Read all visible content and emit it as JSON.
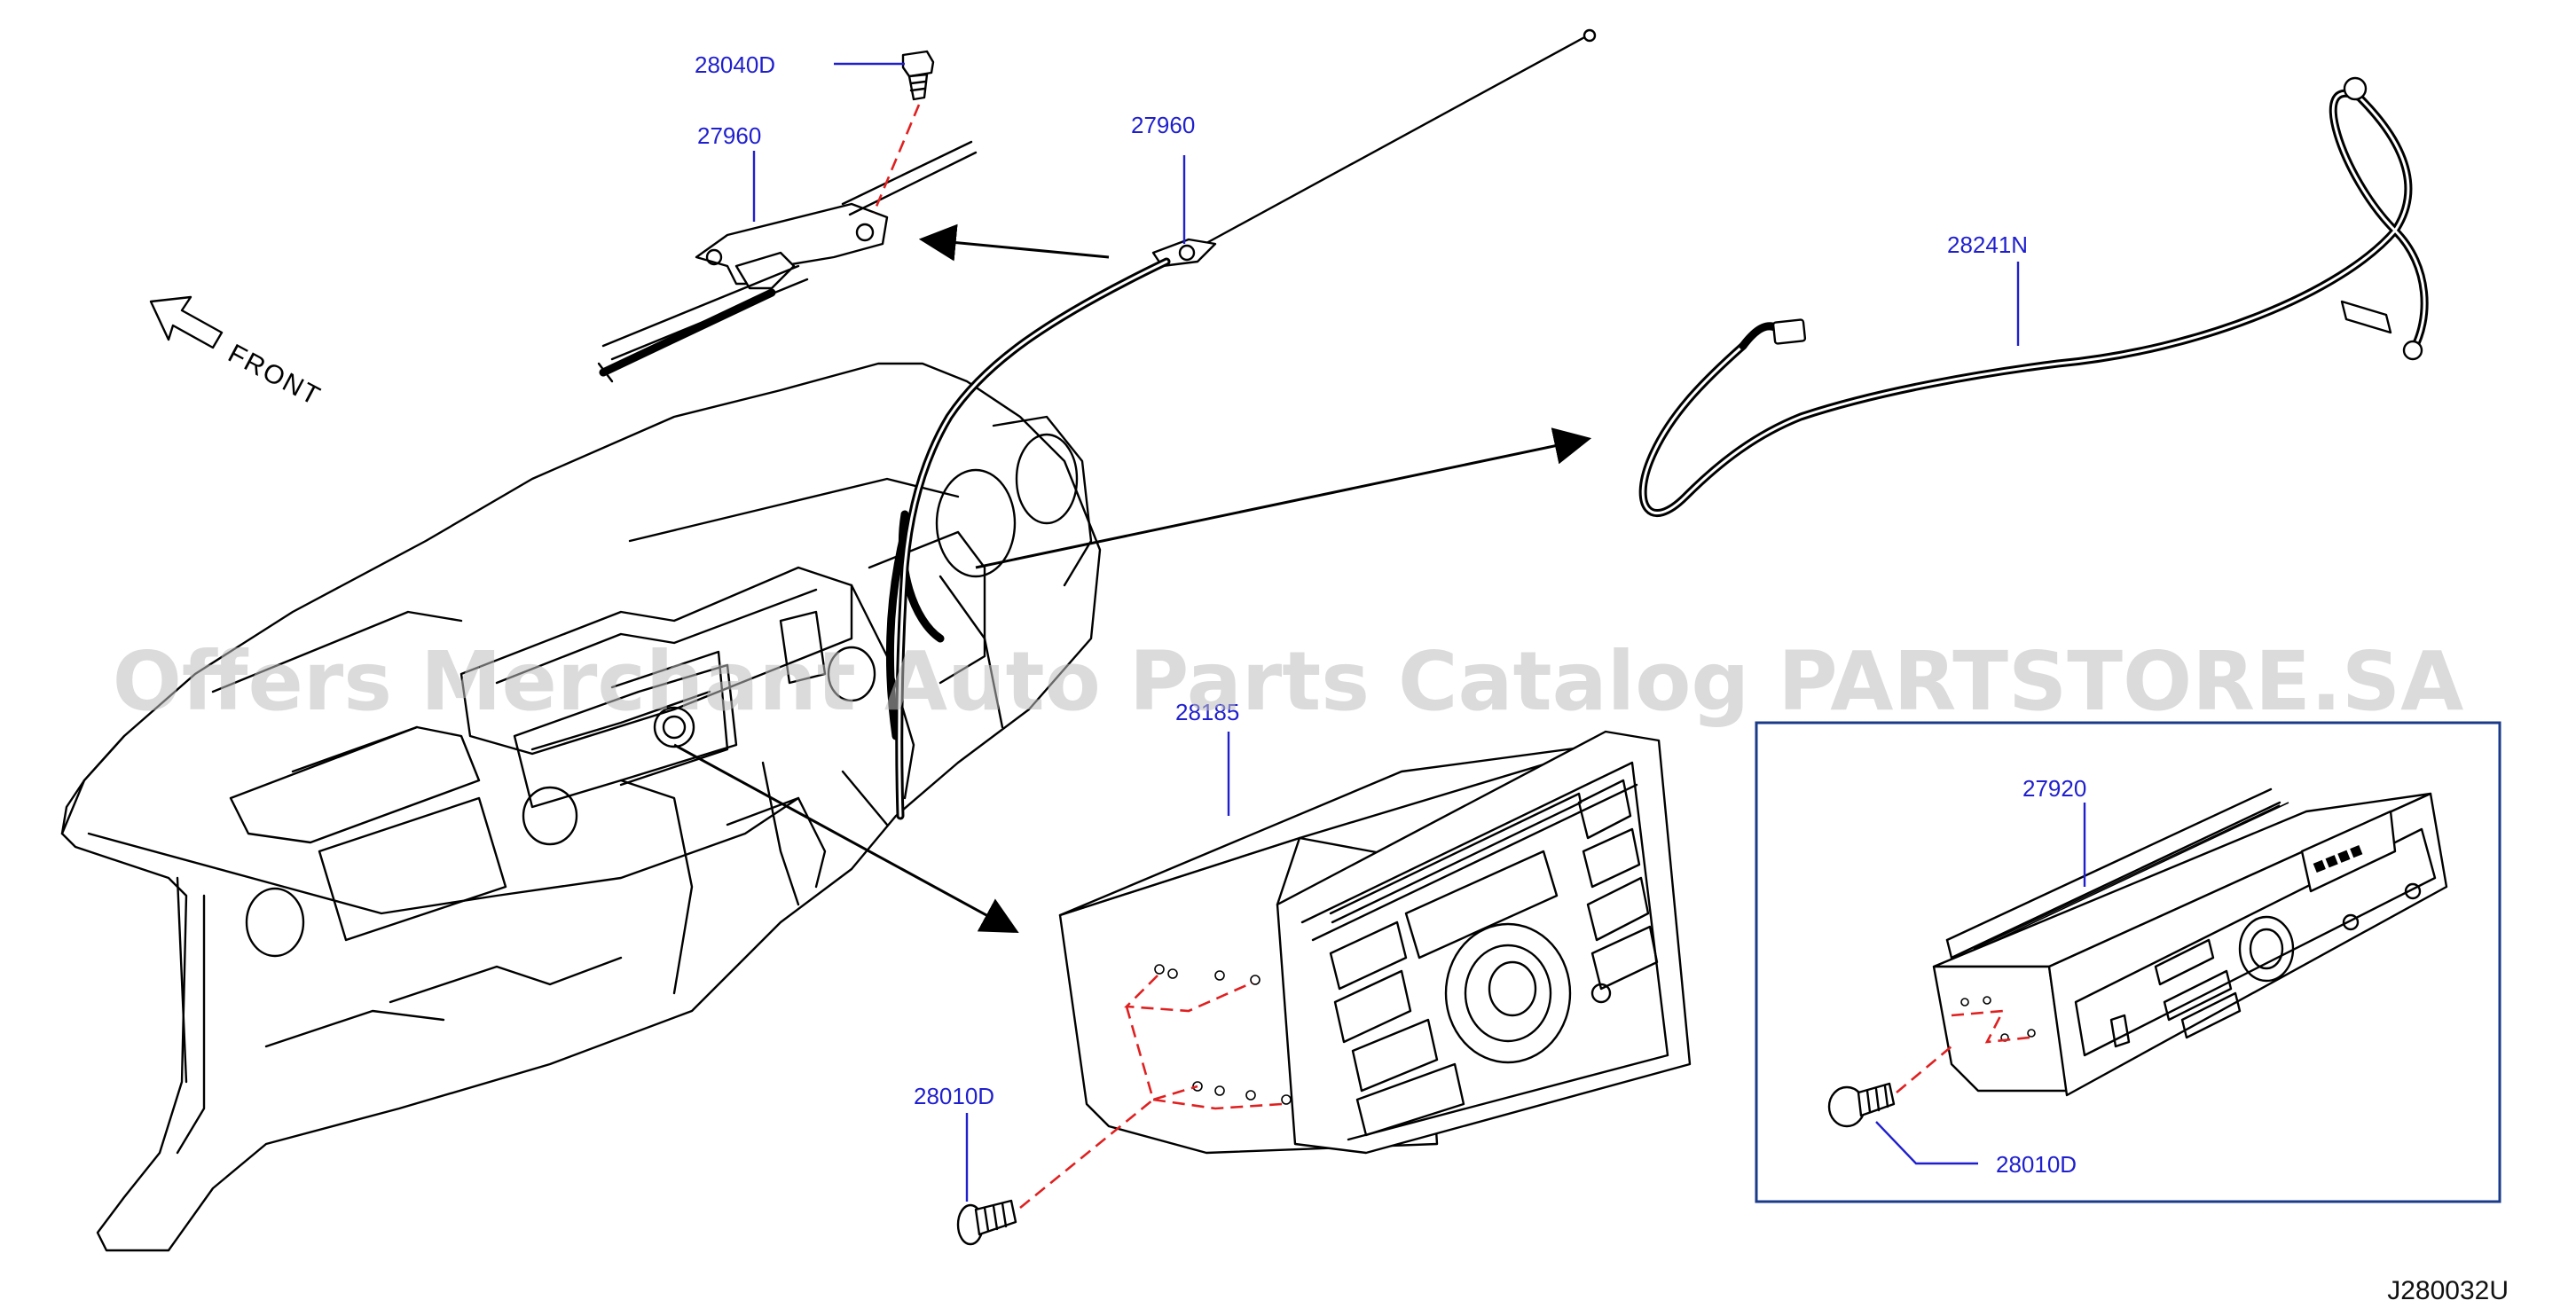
{
  "diagram": {
    "figure_code": "J280032U",
    "front_label": "FRONT",
    "watermark": "Offers Merchant Auto Parts Catalog PARTSTORE.SA",
    "callouts": {
      "antenna_screw": "28040D",
      "antenna_base": "27960",
      "antenna_rod": "27960",
      "antenna_feeder": "28241N",
      "audio_unit": "28185",
      "audio_screw": "28010D",
      "alt_audio_unit": "27920",
      "alt_audio_screw": "28010D"
    }
  },
  "colors": {
    "callout_text": "#1f1fcf",
    "leader_line": "#1f1fcf",
    "fastener_dash": "#e02020",
    "inset_border": "#1a3a8a",
    "watermark": "#bdbdbd"
  }
}
